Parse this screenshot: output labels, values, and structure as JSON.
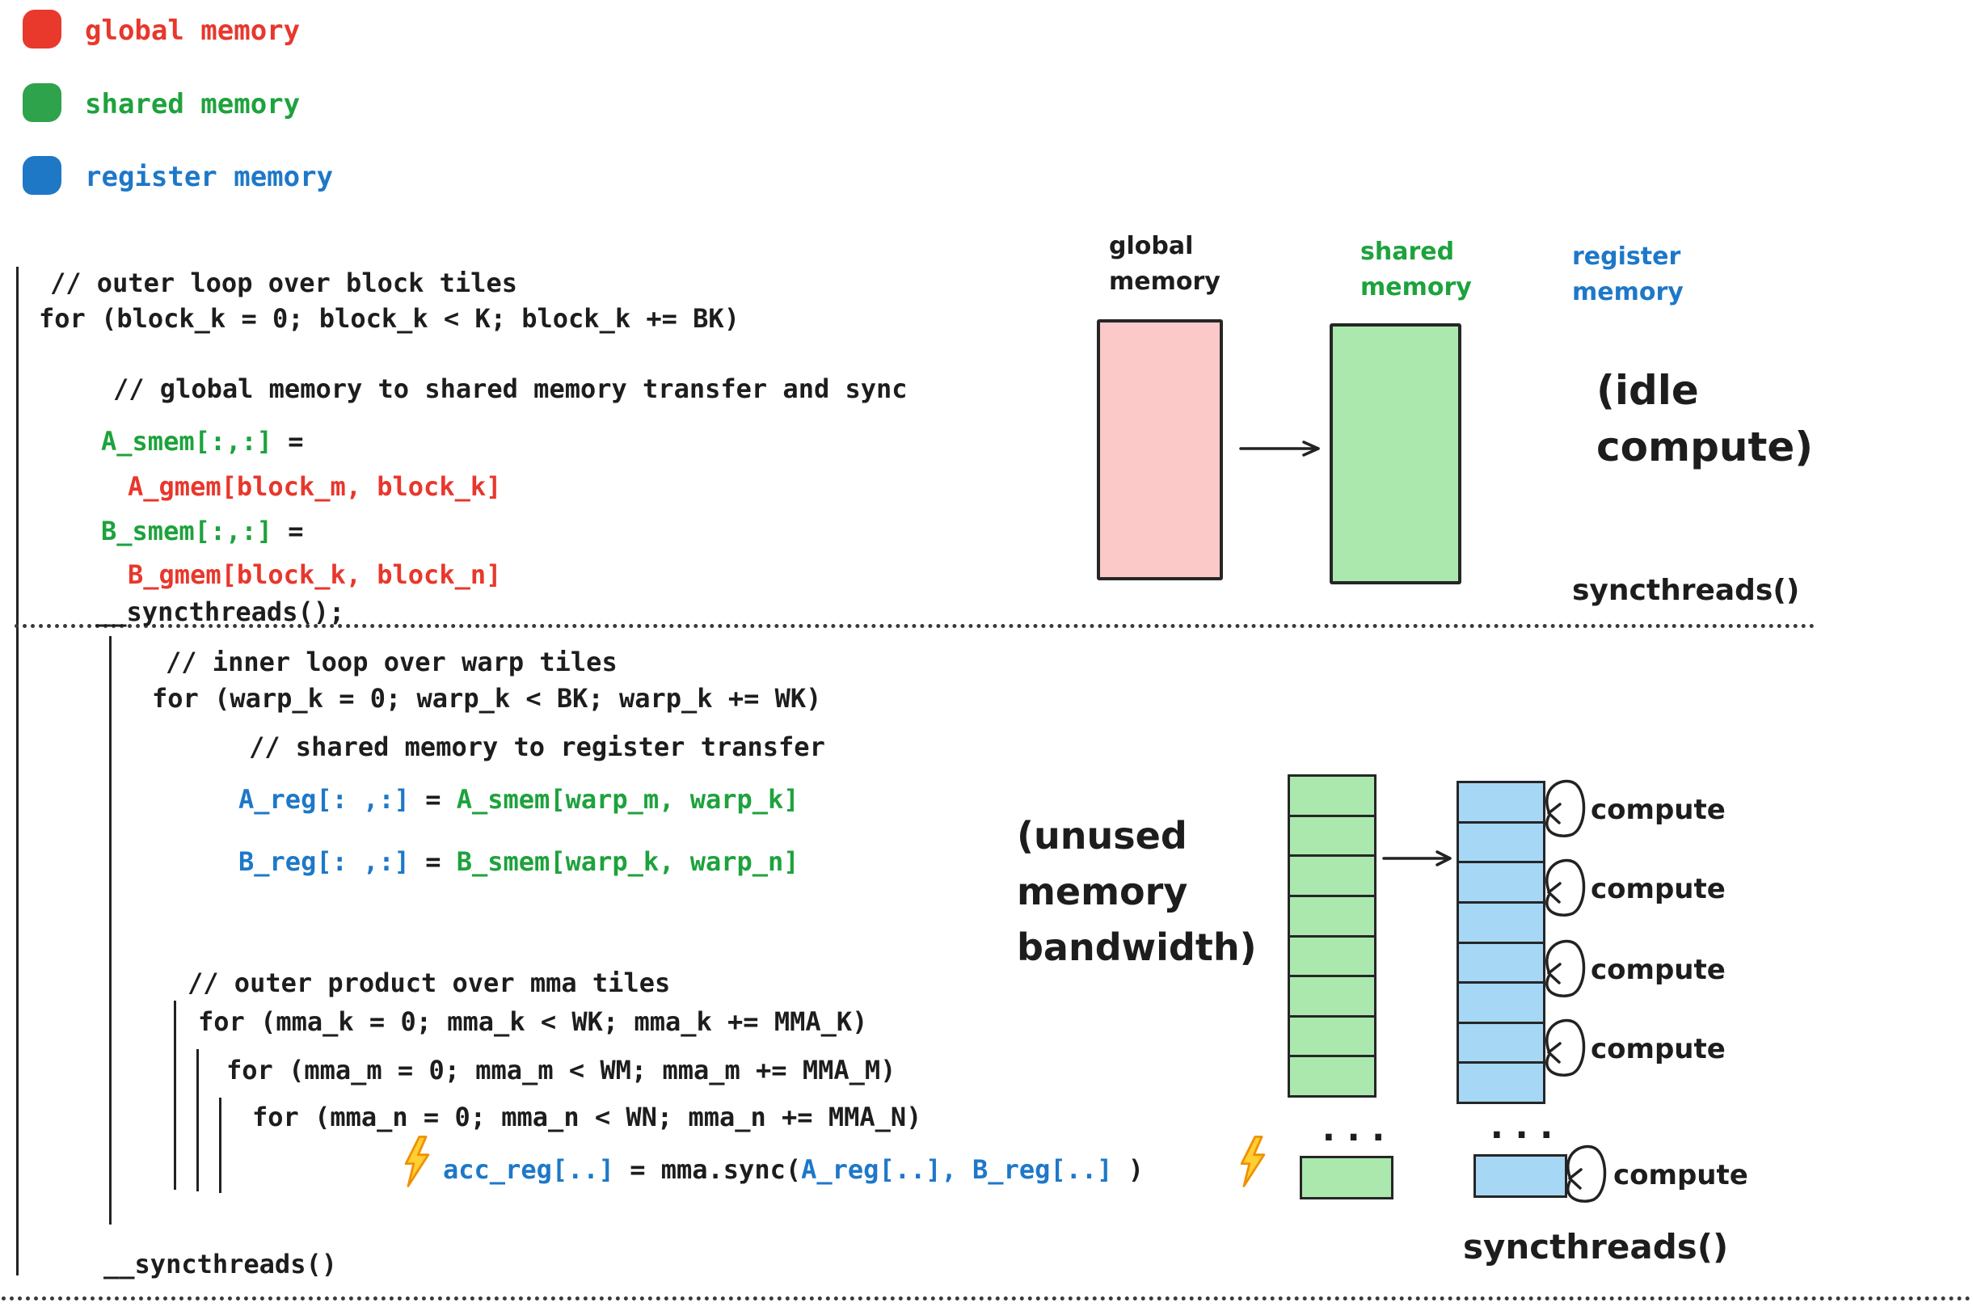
{
  "colors": {
    "red": "#e8392c",
    "green": "#1ea23d",
    "blue": "#1e78c8",
    "pink_fill": "#fbc9c8",
    "green_fill": "#abe8ae",
    "blue_fill": "#a6d7f5",
    "ink": "#1d1d1d"
  },
  "legend": {
    "items": [
      {
        "label": "global memory",
        "color": "#e8392c"
      },
      {
        "label": "shared memory",
        "color": "#1ea23d"
      },
      {
        "label": "register memory",
        "color": "#1e78c8"
      }
    ]
  },
  "code": {
    "comment_outer": "// outer loop over block tiles",
    "for_outer": "for (block_k = 0; block_k < K; block_k += BK)",
    "comment_gmem": "// global memory to shared memory transfer and sync",
    "a_smem_lhs": "A_smem[:,:]",
    "eq": "=",
    "a_gmem_rhs": "A_gmem[block_m, block_k]",
    "b_smem_lhs": "B_smem[:,:]",
    "b_gmem_rhs": "B_gmem[block_k, block_n]",
    "sync1": "__syncthreads();",
    "comment_inner": "// inner loop over warp tiles",
    "for_inner": "for (warp_k = 0; warp_k < BK; warp_k += WK)",
    "comment_reg": "// shared memory to register transfer",
    "a_reg_lhs": "A_reg[: ,:]",
    "a_smem_rhs": "A_smem[warp_m, warp_k]",
    "b_reg_lhs": "B_reg[: ,:]",
    "b_smem_rhs": "B_smem[warp_k, warp_n]",
    "comment_mma": "// outer product over mma tiles",
    "for_mma_k": "for (mma_k = 0; mma_k < WK; mma_k += MMA_K)",
    "for_mma_m": "for (mma_m = 0; mma_m < WM; mma_m += MMA_M)",
    "for_mma_n": "for (mma_n = 0; mma_n < WN; mma_n += MMA_N)",
    "acc_lhs": "acc_reg[..]",
    "acc_mid": "= mma.sync(",
    "acc_a": "A_reg[..]",
    "acc_sep": ", ",
    "acc_b": "B_reg[..]",
    "acc_close": ")",
    "sync2": "__syncthreads()"
  },
  "diagram_top": {
    "col1_label": "global memory",
    "col2_label": "shared memory",
    "col3_label": "register memory",
    "idle_note": "(idle compute)",
    "sync_label": "syncthreads()"
  },
  "diagram_bottom": {
    "bandwidth_note": "(unused memory bandwidth)",
    "compute_label": "compute",
    "ellipsis": "...",
    "sync_label": "syncthreads()",
    "green_segments": 8,
    "blue_segments": 8
  }
}
